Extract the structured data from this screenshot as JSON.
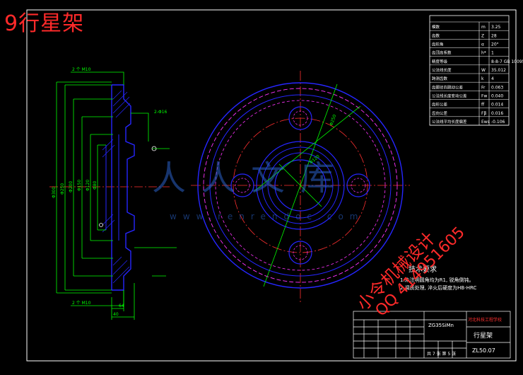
{
  "header": {
    "title": "9行星架"
  },
  "param_table": {
    "rows": [
      {
        "label": "模数",
        "sym": "m",
        "val": "3.25"
      },
      {
        "label": "齿数",
        "sym": "Z",
        "val": "28"
      },
      {
        "label": "齿形角",
        "sym": "α",
        "val": "20°"
      },
      {
        "label": "齿顶高系数",
        "sym": "h*",
        "val": "1"
      },
      {
        "label": "精度等级",
        "sym": "",
        "val": "8-8-7 GB 10095-88"
      },
      {
        "label": "公法线长度",
        "sym": "W",
        "val": "35.012"
      },
      {
        "label": "跨测齿数",
        "sym": "k",
        "val": "4"
      },
      {
        "label": "齿圈径向跳动公差",
        "sym": "Fr",
        "val": "0.063"
      },
      {
        "label": "公法线长度变动公差",
        "sym": "Fw",
        "val": "0.040"
      },
      {
        "label": "齿形公差",
        "sym": "ff",
        "val": "0.014"
      },
      {
        "label": "齿向公差",
        "sym": "Fβ",
        "val": "0.016"
      },
      {
        "label": "公法线平均长度偏差",
        "sym": "Ews",
        "val": "-0.106"
      }
    ]
  },
  "dims": {
    "d1": "2 个 M10",
    "d2": "Φ300",
    "d3": "Φ250",
    "d4": "Φ200",
    "d5": "Φ150",
    "d6": "Φ120",
    "d7": "Φ80",
    "d8": "40",
    "d9": "64",
    "d10": "2-Φ16"
  },
  "tech_req": {
    "heading": "技术要求",
    "items": [
      "1.未注明圆角均为R1, 锐角倒钝。",
      "2.调质处理, 淬火后硬度为HB-HRC"
    ]
  },
  "watermark": {
    "logo": "人人文库",
    "url": "www.renrendoc.com",
    "designer": "小令机械设计",
    "qq": "QQ 414951605"
  },
  "title_block": {
    "part_name": "行星架",
    "drawing_no": "ZL50.07",
    "school": "河北科技工程学校",
    "material": "ZG35SiMn",
    "sheet": "共 7 张 第 5 张"
  },
  "colors": {
    "frame": "#ffffff",
    "outline": "#2626ff",
    "dim": "#00ff00",
    "center": "#ff3030",
    "hidden": "#ff33ff",
    "watermark": "#2a62c8"
  }
}
